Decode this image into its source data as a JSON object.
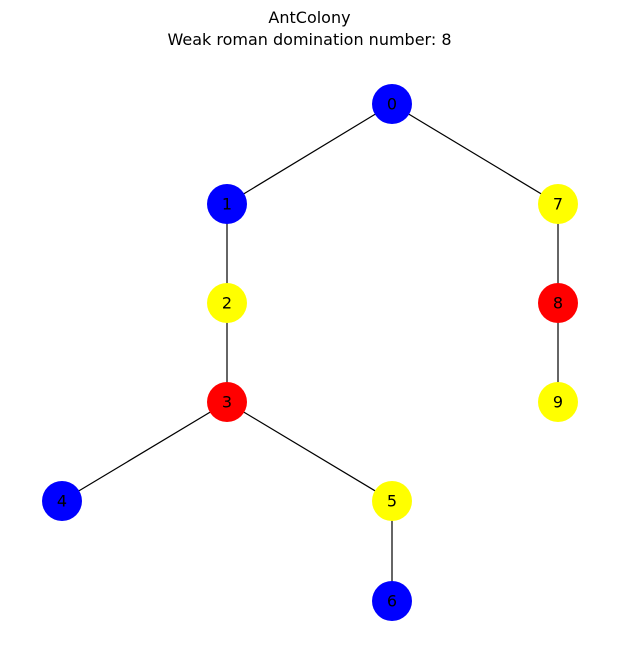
{
  "title": "AntColony",
  "subtitle": "Weak roman domination number: 8",
  "colors": {
    "blue": "#0000ff",
    "yellow": "#ffff00",
    "red": "#ff0000"
  },
  "graph": {
    "nodes": [
      {
        "id": "0",
        "color": "blue"
      },
      {
        "id": "1",
        "color": "blue"
      },
      {
        "id": "2",
        "color": "yellow"
      },
      {
        "id": "3",
        "color": "red"
      },
      {
        "id": "4",
        "color": "blue"
      },
      {
        "id": "5",
        "color": "yellow"
      },
      {
        "id": "6",
        "color": "blue"
      },
      {
        "id": "7",
        "color": "yellow"
      },
      {
        "id": "8",
        "color": "red"
      },
      {
        "id": "9",
        "color": "yellow"
      }
    ],
    "edges": [
      [
        "0",
        "1"
      ],
      [
        "0",
        "7"
      ],
      [
        "1",
        "2"
      ],
      [
        "2",
        "3"
      ],
      [
        "3",
        "4"
      ],
      [
        "3",
        "5"
      ],
      [
        "5",
        "6"
      ],
      [
        "7",
        "8"
      ],
      [
        "8",
        "9"
      ]
    ]
  }
}
